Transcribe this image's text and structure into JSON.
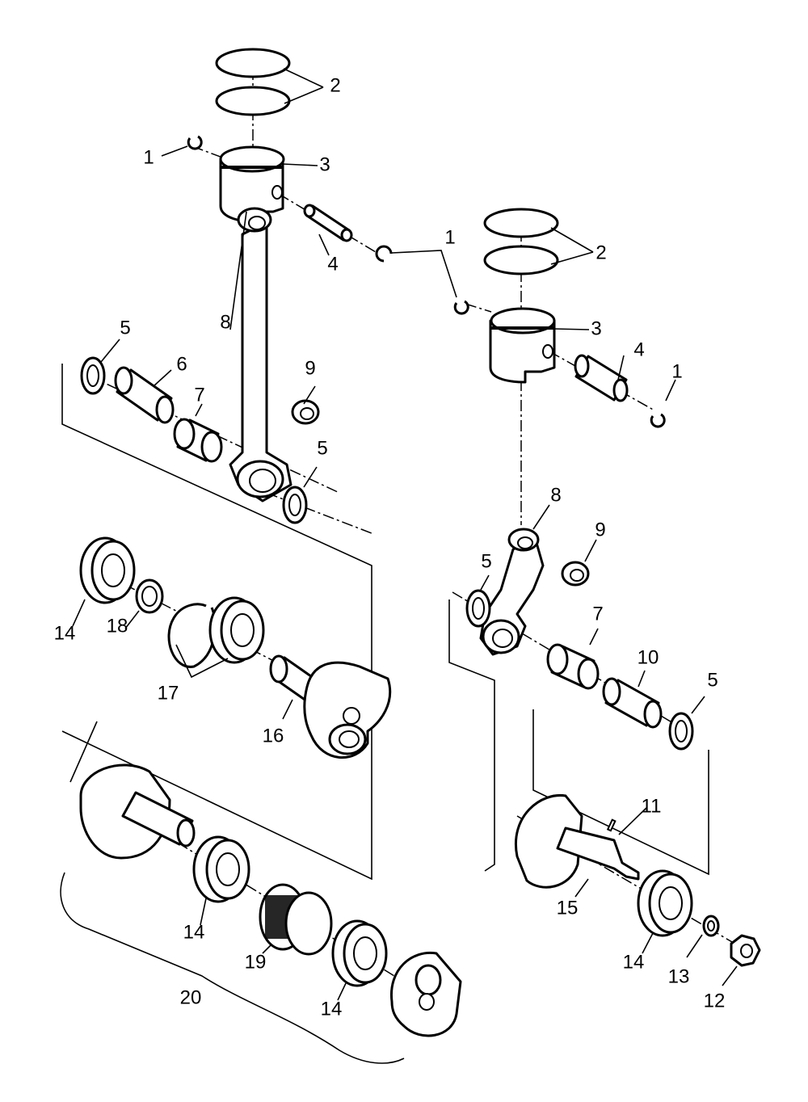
{
  "callouts": {
    "c1a": "1",
    "c2a": "2",
    "c3a": "3",
    "c4a": "4",
    "c1b": "1",
    "c2b": "2",
    "c3b": "3",
    "c4b": "4",
    "c1c": "1",
    "c5a": "5",
    "c6": "6",
    "c7a": "7",
    "c8a": "8",
    "c9a": "9",
    "c5b": "5",
    "c8b": "8",
    "c9b": "9",
    "c5c": "5",
    "c7b": "7",
    "c10": "10",
    "c5d": "5",
    "c14a": "14",
    "c18": "18",
    "c17": "17",
    "c16": "16",
    "c11": "11",
    "c15": "15",
    "c14d": "14",
    "c13": "13",
    "c12": "12",
    "c14b": "14",
    "c19": "19",
    "c14c": "14",
    "c20": "20"
  }
}
